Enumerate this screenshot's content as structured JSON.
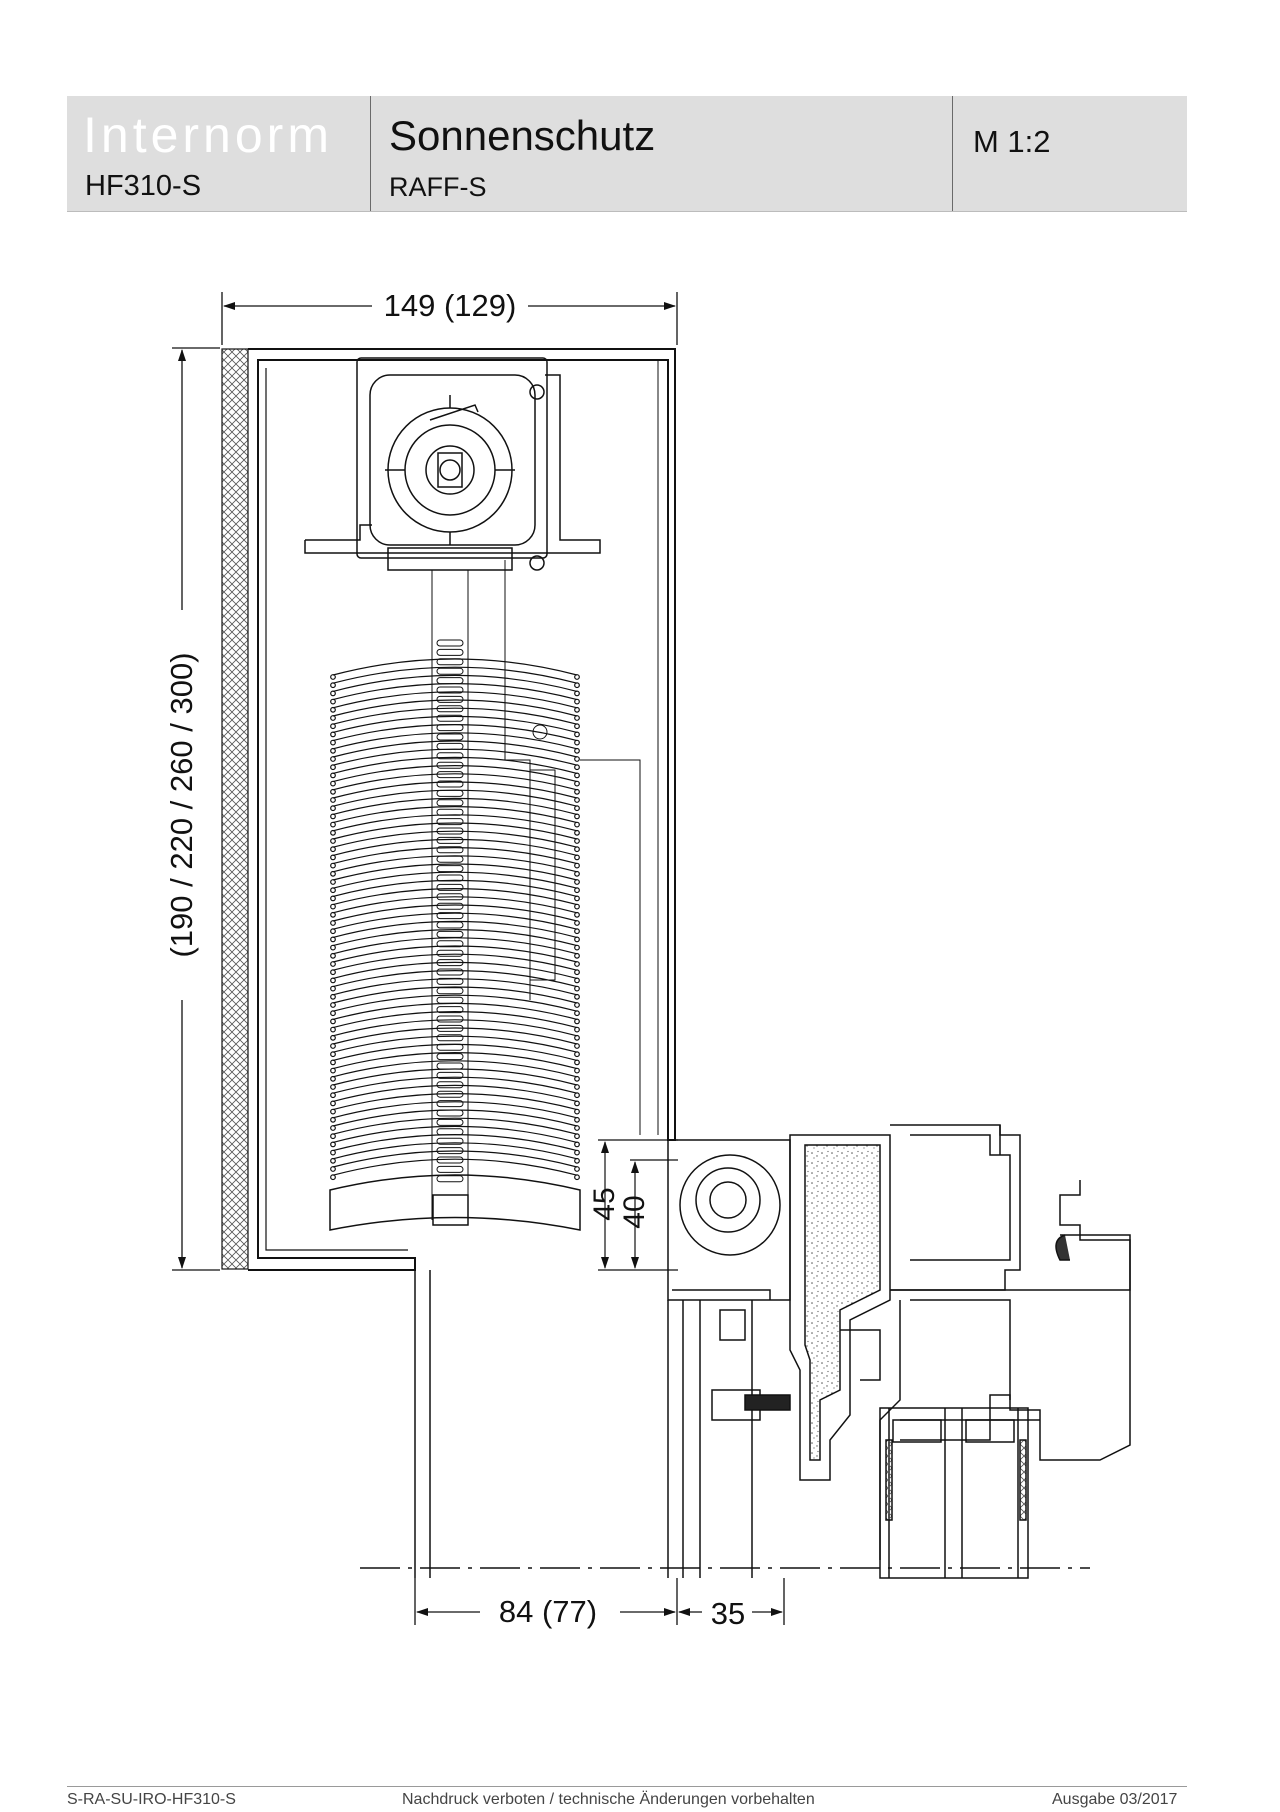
{
  "header": {
    "brand": "Internorm",
    "model": "HF310-S",
    "title": "Sonnenschutz",
    "subtitle": "RAFF-S",
    "scale": "M 1:2"
  },
  "dimensions": {
    "top_width": "149 (129)",
    "height": "(190 / 220 / 260 / 300)",
    "dim_45": "45",
    "dim_40": "40",
    "bottom_width": "84 (77)",
    "bottom_35": "35"
  },
  "footer": {
    "code": "S-RA-SU-IRO-HF310-S",
    "notice": "Nachdruck verboten / technische Änderungen vorbehalten",
    "edition": "Ausgabe 03/2017"
  }
}
